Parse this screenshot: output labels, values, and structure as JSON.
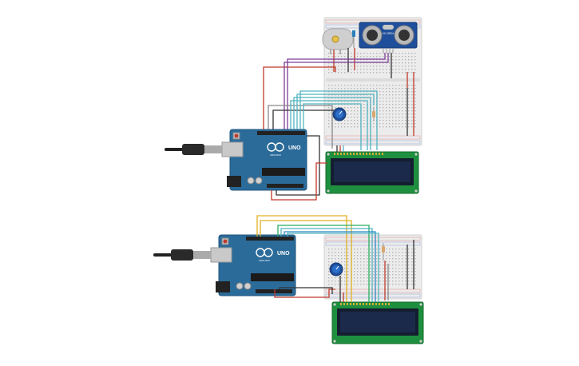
{
  "circuits": [
    {
      "id": "top",
      "board": {
        "label": "UNO",
        "brand": "ARDUINO"
      },
      "sensor": {
        "label": "HC-SR04"
      },
      "has_dc_motor": true,
      "lcd_rows": 2
    },
    {
      "id": "bottom",
      "board": {
        "label": "UNO",
        "brand": "ARDUINO"
      },
      "has_dc_motor": false,
      "lcd_rows": 2
    }
  ],
  "colors": {
    "board_blue": "#2b6b9a",
    "board_dark": "#1f557d",
    "breadboard": "#ececec",
    "lcd_pcb": "#1e8f3e",
    "lcd_screen": "#1b2a4a",
    "wire_red": "#c0392b",
    "wire_black": "#333333",
    "wire_purple": "#7d3c98",
    "wire_teal": "#4fb3bf",
    "wire_yellow": "#e0b020",
    "wire_blue": "#2e86c1",
    "wire_green": "#27ae60",
    "wire_gray": "#888888"
  }
}
